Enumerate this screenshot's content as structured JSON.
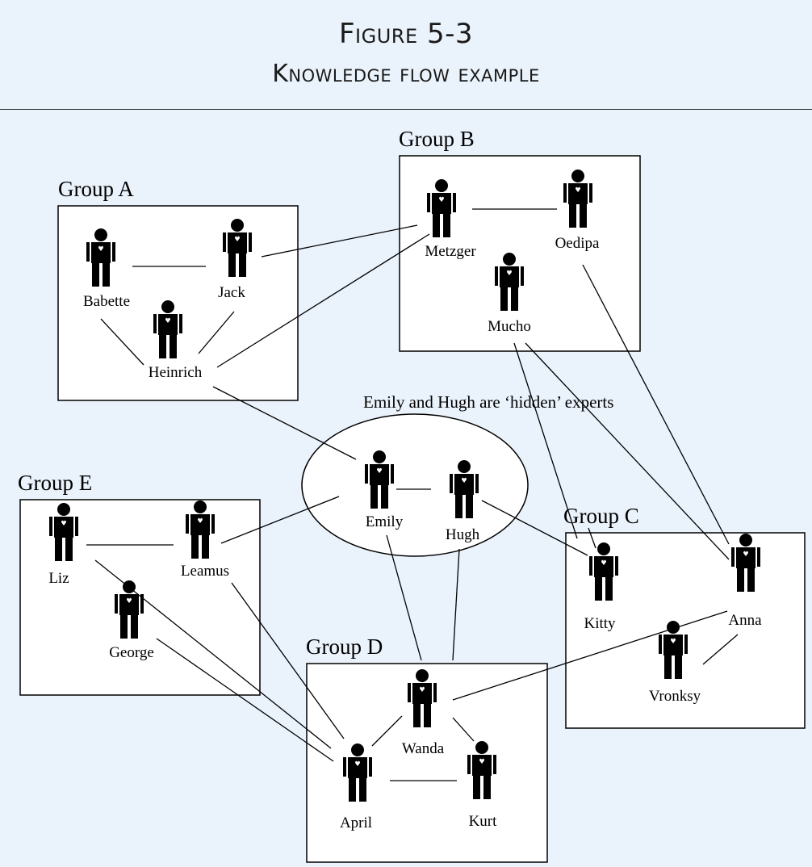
{
  "figure": {
    "number": "Figure 5-3",
    "caption": "Knowledge flow example"
  },
  "groups": [
    {
      "id": "A",
      "label": "Group A"
    },
    {
      "id": "B",
      "label": "Group B"
    },
    {
      "id": "C",
      "label": "Group C"
    },
    {
      "id": "D",
      "label": "Group D"
    },
    {
      "id": "E",
      "label": "Group E"
    }
  ],
  "hidden_experts_note": "Emily and Hugh are ‘hidden’ experts",
  "people": [
    {
      "name": "Babette",
      "group": "A"
    },
    {
      "name": "Jack",
      "group": "A"
    },
    {
      "name": "Heinrich",
      "group": "A"
    },
    {
      "name": "Metzger",
      "group": "B"
    },
    {
      "name": "Oedipa",
      "group": "B"
    },
    {
      "name": "Mucho",
      "group": "B"
    },
    {
      "name": "Emily",
      "group": "hidden"
    },
    {
      "name": "Hugh",
      "group": "hidden"
    },
    {
      "name": "Liz",
      "group": "E"
    },
    {
      "name": "Leamus",
      "group": "E"
    },
    {
      "name": "George",
      "group": "E"
    },
    {
      "name": "Kitty",
      "group": "C"
    },
    {
      "name": "Anna",
      "group": "C"
    },
    {
      "name": "Vronksy",
      "group": "C"
    },
    {
      "name": "Wanda",
      "group": "D"
    },
    {
      "name": "April",
      "group": "D"
    },
    {
      "name": "Kurt",
      "group": "D"
    }
  ],
  "connections": [
    [
      "Babette",
      "Jack"
    ],
    [
      "Babette",
      "Heinrich"
    ],
    [
      "Jack",
      "Heinrich"
    ],
    [
      "Jack",
      "Metzger"
    ],
    [
      "Heinrich",
      "Metzger"
    ],
    [
      "Heinrich",
      "Emily"
    ],
    [
      "Metzger",
      "Oedipa"
    ],
    [
      "Oedipa",
      "Anna"
    ],
    [
      "Mucho",
      "Kitty"
    ],
    [
      "Mucho",
      "Anna"
    ],
    [
      "Emily",
      "Hugh"
    ],
    [
      "Emily",
      "Leamus"
    ],
    [
      "Emily",
      "Wanda"
    ],
    [
      "Hugh",
      "Wanda"
    ],
    [
      "Hugh",
      "Kitty"
    ],
    [
      "Liz",
      "Leamus"
    ],
    [
      "Liz",
      "April"
    ],
    [
      "George",
      "April"
    ],
    [
      "Leamus",
      "April"
    ],
    [
      "Anna",
      "Wanda"
    ],
    [
      "Anna",
      "Vronksy"
    ],
    [
      "Wanda",
      "April"
    ],
    [
      "Wanda",
      "Kurt"
    ],
    [
      "April",
      "Kurt"
    ]
  ]
}
